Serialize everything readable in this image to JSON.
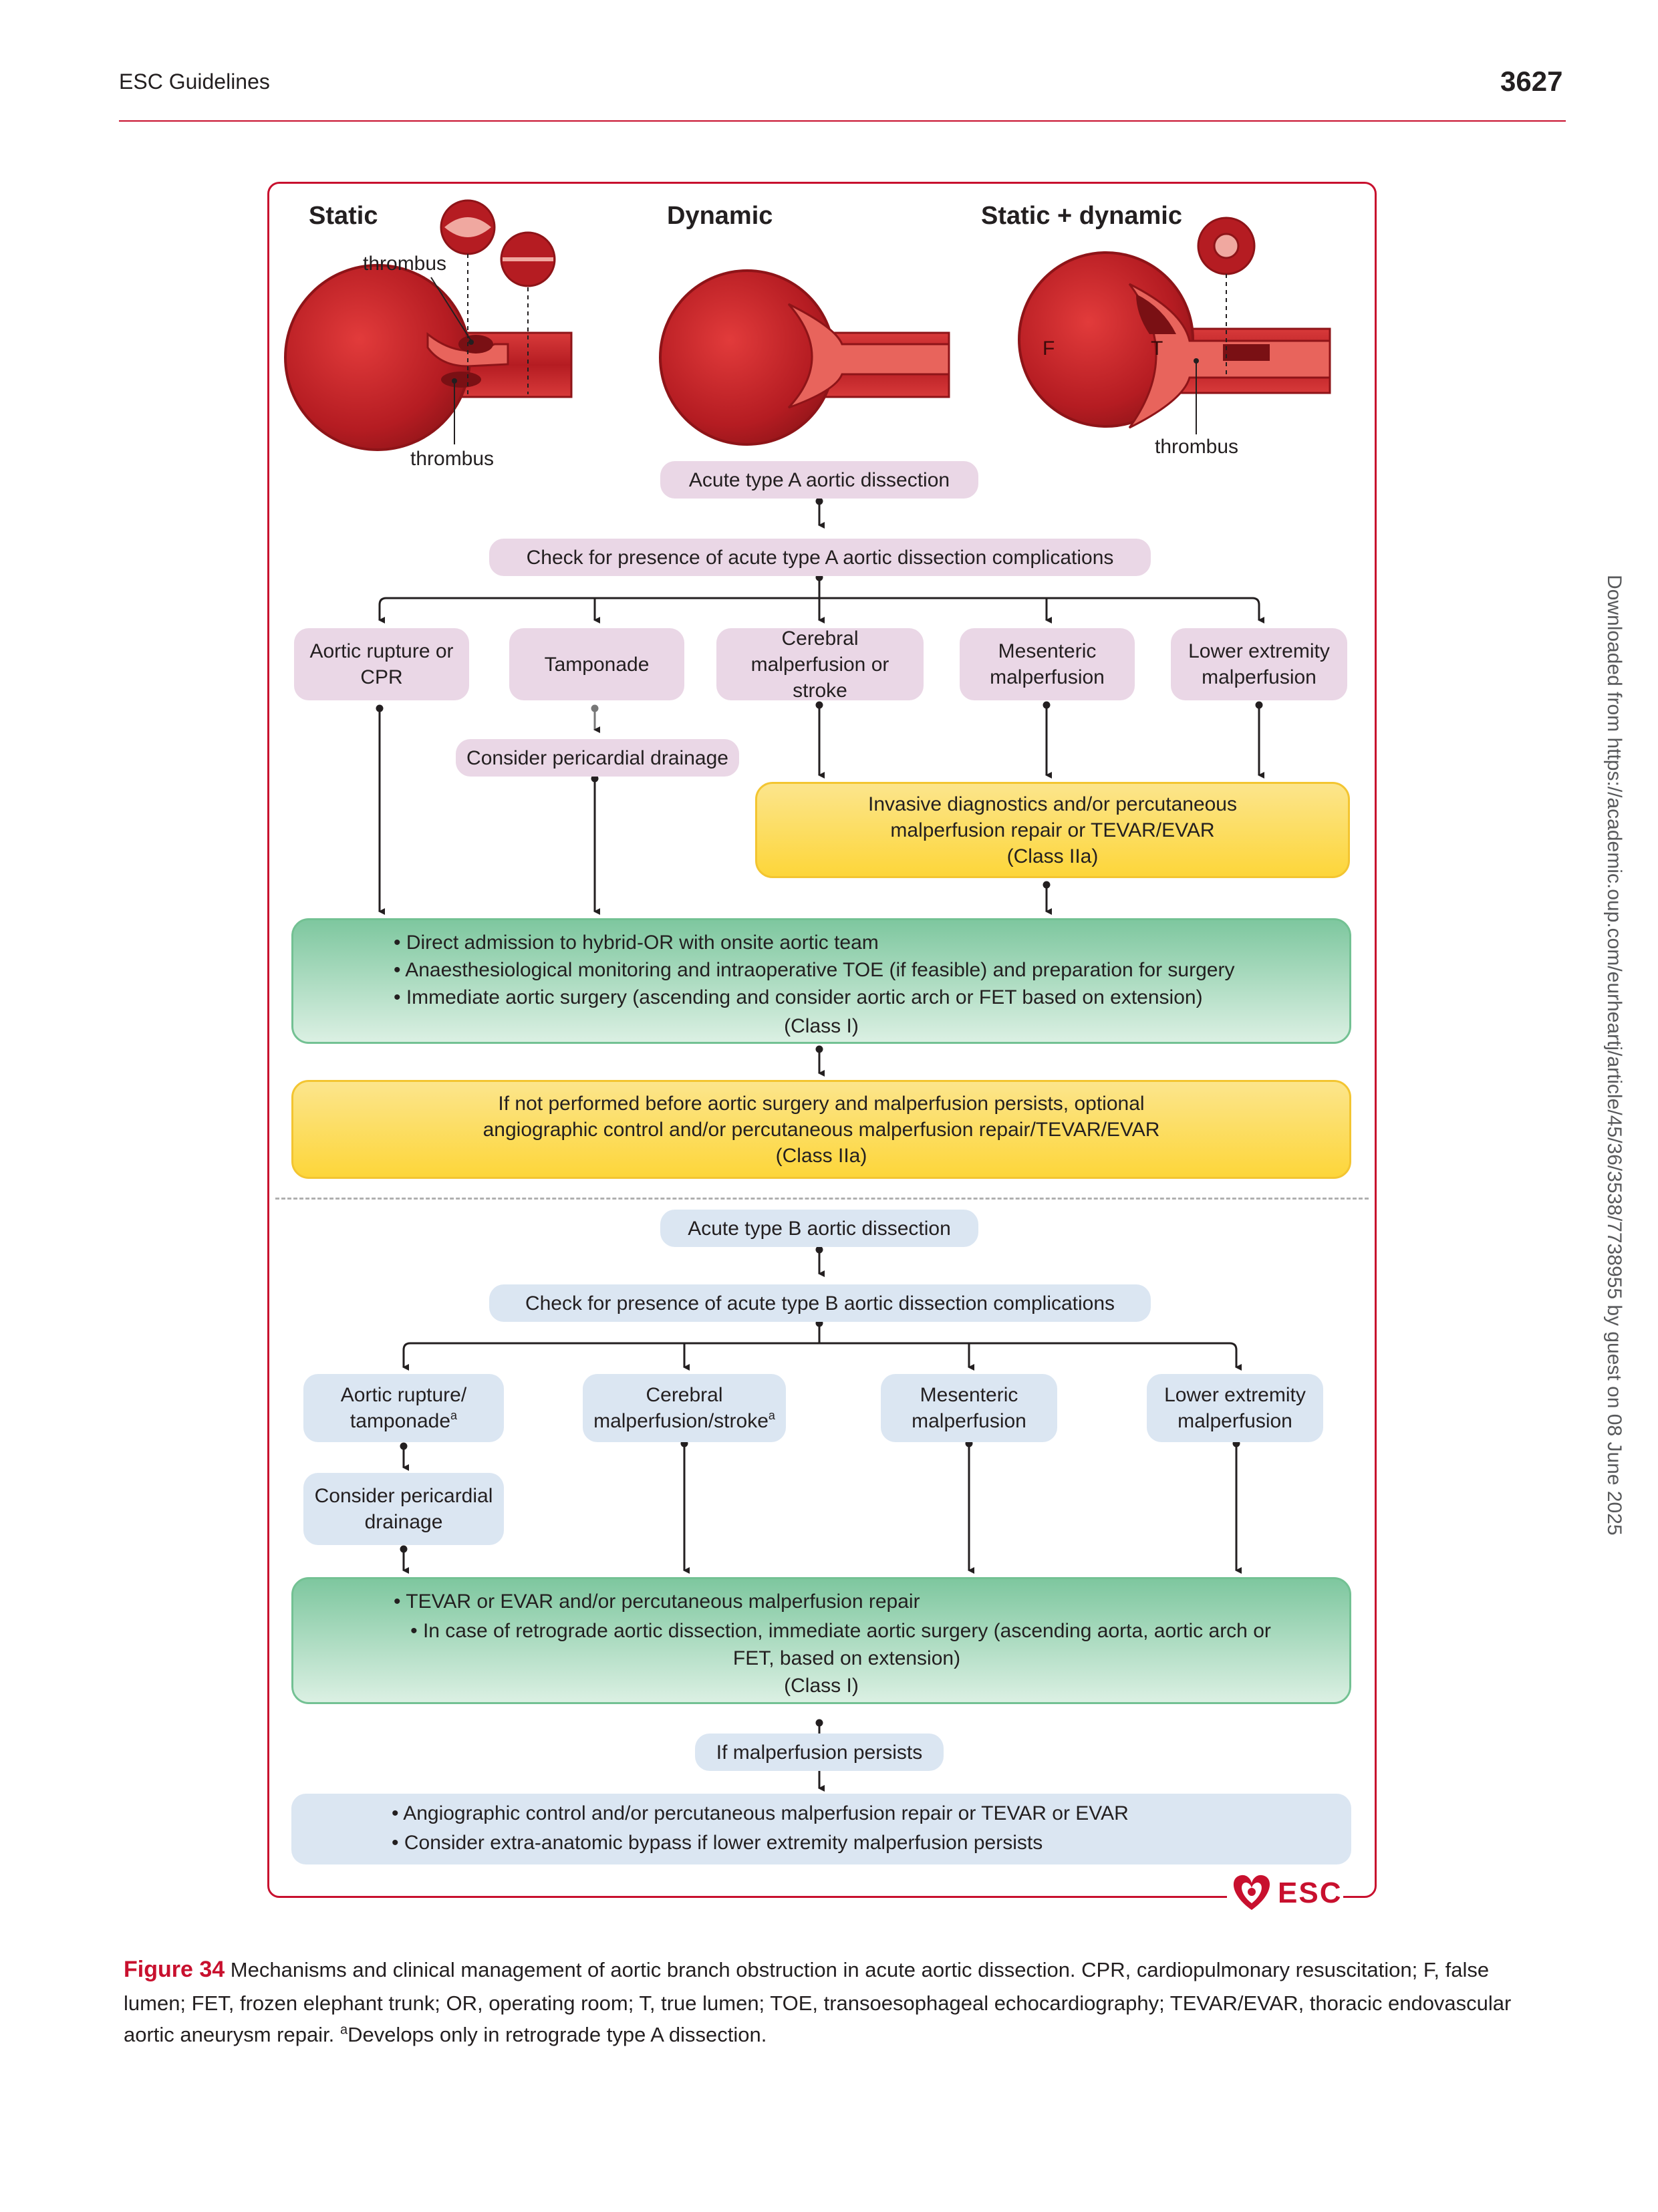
{
  "header": {
    "journal": "ESC Guidelines",
    "page_number": "3627"
  },
  "side_note": "Downloaded from https://academic.oup.com/eurheartj/article/45/36/3538/7738955 by guest on 08 June 2025",
  "mechanisms": {
    "static": {
      "title": "Static",
      "label_top": "thrombus",
      "label_bottom": "thrombus"
    },
    "dynamic": {
      "title": "Dynamic"
    },
    "static_dynamic": {
      "title": "Static + dynamic",
      "label_false": "F",
      "label_true": "T",
      "label_bottom": "thrombus"
    }
  },
  "type_a": {
    "start": "Acute type A aortic dissection",
    "check": "Check for presence of acute type A aortic dissection complications",
    "complications": [
      "Aortic rupture or CPR",
      "Tamponade",
      "Cerebral malperfusion or stroke",
      "Mesenteric malperfusion",
      "Lower extremity malperfusion"
    ],
    "pericardial": "Consider pericardial drainage",
    "invasive": {
      "text": "Invasive diagnostics  and/or percutaneous malperfusion repair or TEVAR/EVAR",
      "class": "(Class IIa)"
    },
    "surgery": {
      "bullets": [
        "Direct admission to hybrid-OR with onsite aortic team",
        "Anaesthesiological monitoring and intraoperative TOE (if feasible) and preparation for surgery",
        "Immediate aortic surgery (ascending and consider aortic arch or FET based on extension)"
      ],
      "class": "(Class I)"
    },
    "optional": {
      "line1": "If not performed before aortic surgery and malperfusion persists, optional",
      "line2": "angiographic control and/or percutaneous malperfusion repair/TEVAR/EVAR",
      "class": "(Class IIa)"
    }
  },
  "type_b": {
    "start": "Acute type B aortic dissection",
    "check": "Check for presence of acute type B aortic dissection complications",
    "complications": [
      {
        "line1": "Aortic rupture/",
        "line2": "tamponade",
        "sup": "a"
      },
      {
        "line1": "Cerebral",
        "line2": "malperfusion/stroke",
        "sup": "a"
      },
      {
        "line1": "Mesenteric",
        "line2": "malperfusion",
        "sup": ""
      },
      {
        "line1": "Lower extremity",
        "line2": "malperfusion",
        "sup": ""
      }
    ],
    "pericardial": "Consider pericardial drainage",
    "treatment": {
      "bullets": [
        "TEVAR or EVAR and/or percutaneous malperfusion repair",
        "In case of retrograde aortic dissection, immediate aortic surgery (ascending aorta, aortic arch or FET, based on extension)"
      ],
      "class": "(Class I)"
    },
    "persists": "If malperfusion persists",
    "final": [
      "Angiographic control and/or percutaneous malperfusion repair or TEVAR or EVAR",
      "Consider extra-anatomic bypass if lower extremity malperfusion persists"
    ]
  },
  "logo": "ESC",
  "caption": {
    "label": "Figure 34",
    "text": "Mechanisms and clinical management of aortic branch obstruction in acute aortic dissection. CPR, cardiopulmonary resuscitation; F, false lumen; FET, frozen elephant trunk; OR, operating room; T, true lumen; TOE, transoesophageal echocardiography; TEVAR/EVAR, thoracic endovascular aortic aneurysm repair.",
    "footnote_mark": "a",
    "footnote": "Develops only in retrograde type A dissection."
  },
  "colors": {
    "accent_red": "#c8102e",
    "pink_box": "#ead7e6",
    "blue_box": "#dbe6f2",
    "yellow_box": "#fdd63a",
    "green_box": "#7ec79f"
  }
}
